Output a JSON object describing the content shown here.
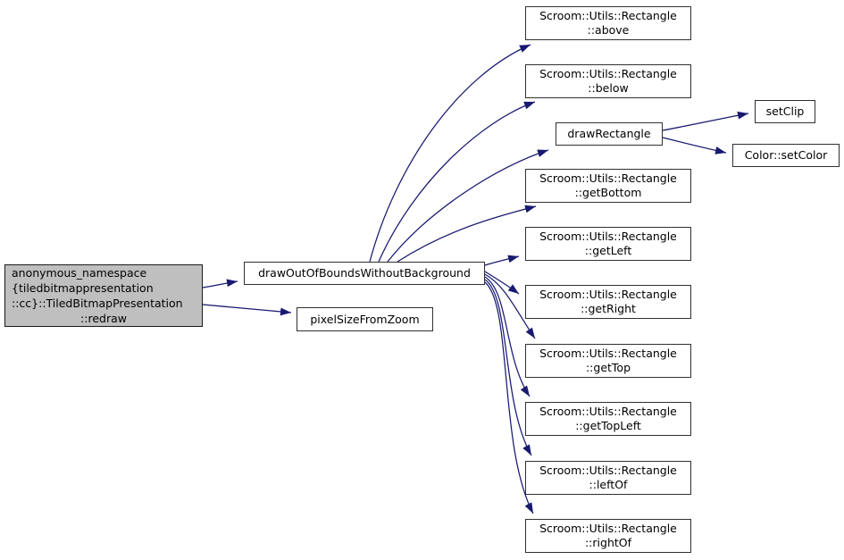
{
  "diagram": {
    "type": "call-graph",
    "colors": {
      "edge": "#191970",
      "node_fill": "#ffffff",
      "node_border": "#303030",
      "highlight_fill": "#bfbfbf",
      "text": "#000000",
      "background": "#ffffff"
    },
    "nodes": {
      "redraw": {
        "label_main": "anonymous_namespace\n{tiledbitmappresentation\n::cc}::TiledBitmapPresentation",
        "label_tail": "::redraw",
        "highlighted": true
      },
      "drawOOB": {
        "label": "drawOutOfBoundsWithoutBackground"
      },
      "pixelSize": {
        "label": "pixelSizeFromZoom"
      },
      "above": {
        "label": "Scroom::Utils::Rectangle\n::above"
      },
      "below": {
        "label": "Scroom::Utils::Rectangle\n::below"
      },
      "drawRectangle": {
        "label": "drawRectangle"
      },
      "getBottom": {
        "label": "Scroom::Utils::Rectangle\n::getBottom"
      },
      "getLeft": {
        "label": "Scroom::Utils::Rectangle\n::getLeft"
      },
      "getRight": {
        "label": "Scroom::Utils::Rectangle\n::getRight"
      },
      "getTop": {
        "label": "Scroom::Utils::Rectangle\n::getTop"
      },
      "getTopLeft": {
        "label": "Scroom::Utils::Rectangle\n::getTopLeft"
      },
      "leftOf": {
        "label": "Scroom::Utils::Rectangle\n::leftOf"
      },
      "rightOf": {
        "label": "Scroom::Utils::Rectangle\n::rightOf"
      },
      "setClip": {
        "label": "setClip"
      },
      "setColor": {
        "label": "Color::setColor"
      }
    },
    "edges": [
      {
        "from": "redraw",
        "to": "drawOOB"
      },
      {
        "from": "redraw",
        "to": "pixelSize"
      },
      {
        "from": "drawOOB",
        "to": "above"
      },
      {
        "from": "drawOOB",
        "to": "below"
      },
      {
        "from": "drawOOB",
        "to": "drawRectangle"
      },
      {
        "from": "drawOOB",
        "to": "getBottom"
      },
      {
        "from": "drawOOB",
        "to": "getLeft"
      },
      {
        "from": "drawOOB",
        "to": "getRight"
      },
      {
        "from": "drawOOB",
        "to": "getTop"
      },
      {
        "from": "drawOOB",
        "to": "getTopLeft"
      },
      {
        "from": "drawOOB",
        "to": "leftOf"
      },
      {
        "from": "drawOOB",
        "to": "rightOf"
      },
      {
        "from": "drawRectangle",
        "to": "setClip"
      },
      {
        "from": "drawRectangle",
        "to": "setColor"
      }
    ]
  }
}
